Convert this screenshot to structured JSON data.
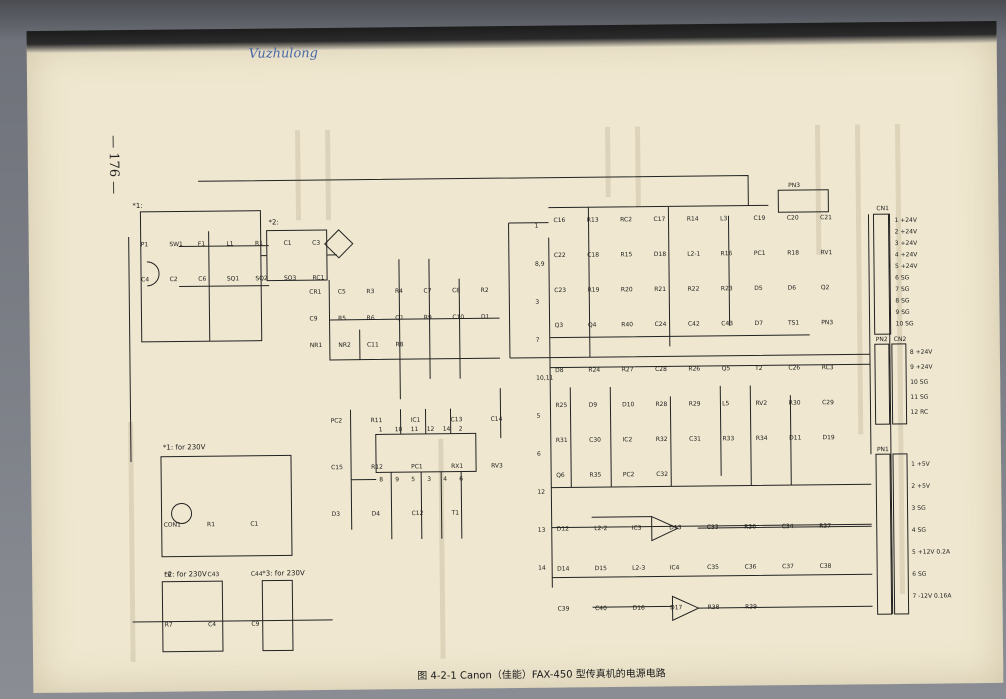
{
  "handwriting": "Vuzhulong",
  "page_number": "— 176 —",
  "caption": "图 4-2-1   Canon（佳能）FAX-450 型传真机的电源电路",
  "variant_labels": [
    "*1:",
    "*1: for 230V",
    "*2: for 230V",
    "*3: for 230V",
    "*2:"
  ],
  "components": {
    "top_left": [
      "P1",
      "SW1",
      "F1",
      "L1",
      "R1",
      "C1",
      "C3",
      "C4",
      "C2",
      "C6",
      "SQ1",
      "SQ2",
      "SQ3",
      "RC1"
    ],
    "mid_left": [
      "CR1",
      "C5",
      "R3",
      "R4",
      "C7",
      "C8",
      "R2",
      "C9",
      "R5",
      "R6",
      "Q1",
      "R9",
      "C10",
      "D1",
      "NR1",
      "NR2",
      "C11",
      "R8"
    ],
    "ic1_area": [
      "PC2",
      "R11",
      "IC1",
      "C13",
      "C14",
      "C15",
      "R12",
      "PC1",
      "RX1",
      "RV3",
      "D3",
      "D4",
      "C12",
      "T1"
    ],
    "ic1_pins": [
      "1",
      "10",
      "11",
      "12",
      "14",
      "2",
      "8",
      "9",
      "5",
      "3",
      "4",
      "6"
    ],
    "transformer_pins": [
      "1",
      "8,9",
      "3",
      "7",
      "10,11",
      "5",
      "6",
      "12",
      "13",
      "14"
    ],
    "upper_right": [
      "C16",
      "R13",
      "RC2",
      "C17",
      "R14",
      "L3",
      "C19",
      "C20",
      "C21",
      "C22",
      "C18",
      "R15",
      "D18",
      "L2-1",
      "R16",
      "PC1",
      "R18",
      "RV1",
      "C23",
      "R19",
      "R20",
      "R21",
      "R22",
      "R23",
      "D5",
      "D6",
      "Q2",
      "Q3",
      "Q4",
      "R40",
      "C24",
      "C42",
      "C43",
      "D7",
      "TS1",
      "PN3"
    ],
    "mid_right": [
      "D8",
      "R24",
      "R27",
      "C28",
      "R26",
      "Q5",
      "T2",
      "C26",
      "RC3",
      "R25",
      "D9",
      "D10",
      "R28",
      "R29",
      "L5",
      "RV2",
      "R30",
      "C29",
      "R31",
      "C30",
      "IC2",
      "R32",
      "C31",
      "R33",
      "R34",
      "D11",
      "D19",
      "Q6",
      "R35",
      "PC2",
      "C32"
    ],
    "bottom_right": [
      "D12",
      "L2-2",
      "IC3",
      "D13",
      "C33",
      "R36",
      "C34",
      "R37",
      "D14",
      "D15",
      "L2-3",
      "IC4",
      "C35",
      "C36",
      "C37",
      "C38",
      "C39",
      "C40",
      "D16",
      "D17",
      "R38",
      "R39"
    ],
    "small_boxes": [
      "CON1",
      "R1",
      "C1",
      "L6",
      "C43",
      "C44",
      "R7",
      "C4",
      "C9"
    ]
  },
  "connectors": {
    "CN1": [
      {
        "pin": "1",
        "label": "+24V"
      },
      {
        "pin": "2",
        "label": "+24V"
      },
      {
        "pin": "3",
        "label": "+24V"
      },
      {
        "pin": "4",
        "label": "+24V"
      },
      {
        "pin": "5",
        "label": "+24V"
      },
      {
        "pin": "6",
        "label": "SG"
      },
      {
        "pin": "7",
        "label": "SG"
      },
      {
        "pin": "8",
        "label": "SG"
      },
      {
        "pin": "9",
        "label": "SG"
      },
      {
        "pin": "10",
        "label": "SG"
      }
    ],
    "PN2_CN2": [
      {
        "pin": "8",
        "label": "+24V"
      },
      {
        "pin": "9",
        "label": "+24V"
      },
      {
        "pin": "10",
        "label": "SG"
      },
      {
        "pin": "11",
        "label": "SG"
      },
      {
        "pin": "12",
        "label": "RC"
      }
    ],
    "PN1": [
      {
        "pin": "1",
        "label": "+5V"
      },
      {
        "pin": "2",
        "label": "+5V"
      },
      {
        "pin": "3",
        "label": "SG"
      },
      {
        "pin": "4",
        "label": "SG"
      },
      {
        "pin": "5",
        "label": "+12V 0.2A"
      },
      {
        "pin": "6",
        "label": "SG"
      },
      {
        "pin": "7",
        "label": "-12V 0.16A"
      }
    ]
  },
  "connector_titles": [
    "CN1",
    "PN2",
    "CN2",
    "PN1",
    "PN3"
  ]
}
